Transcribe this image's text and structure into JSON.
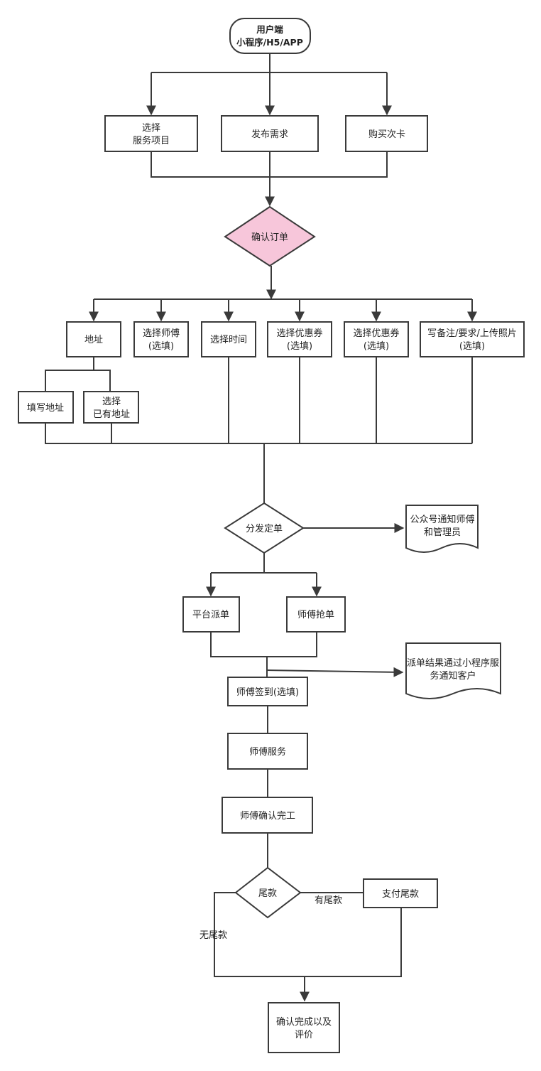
{
  "colors": {
    "line": "#3a3a3a",
    "node_fill": "#ffffff",
    "highlight_fill": "#f7c6da",
    "text": "#222222"
  },
  "nodes": {
    "user_client": {
      "lines": [
        "用户端",
        "小程序/H5/APP"
      ]
    },
    "select_service": {
      "lines": [
        "选择",
        "服务项目"
      ]
    },
    "publish_demand": {
      "lines": [
        "发布需求"
      ]
    },
    "buy_card": {
      "lines": [
        "购买次卡"
      ]
    },
    "confirm_order": {
      "lines": [
        "确认订单"
      ]
    },
    "address": {
      "lines": [
        "地址"
      ]
    },
    "select_master": {
      "lines": [
        "选择师傅",
        "(选填)"
      ]
    },
    "select_time": {
      "lines": [
        "选择时间"
      ]
    },
    "select_coupon_1": {
      "lines": [
        "选择优惠券",
        "(选填)"
      ]
    },
    "select_coupon_2": {
      "lines": [
        "选择优惠券",
        "(选填)"
      ]
    },
    "remark_upload": {
      "lines": [
        "写备注/要求/上传照片",
        "(选填)"
      ]
    },
    "fill_address": {
      "lines": [
        "填写地址"
      ]
    },
    "select_existing_address": {
      "lines": [
        "选择",
        "已有地址"
      ]
    },
    "dispatch_order": {
      "lines": [
        "分发定单"
      ]
    },
    "notify_master_admin": {
      "lines": [
        "公众号通知师傅",
        "和管理员"
      ]
    },
    "platform_dispatch": {
      "lines": [
        "平台派单"
      ]
    },
    "master_grab": {
      "lines": [
        "师傅抢单"
      ]
    },
    "notify_customer": {
      "lines": [
        "派单结果通过小程序服",
        "务通知客户"
      ]
    },
    "master_checkin": {
      "lines": [
        "师傅签到(选填)"
      ]
    },
    "master_service": {
      "lines": [
        "师傅服务"
      ]
    },
    "master_confirm_done": {
      "lines": [
        "师傅确认完工"
      ]
    },
    "balance_payment": {
      "lines": [
        "尾款"
      ]
    },
    "pay_balance": {
      "lines": [
        "支付尾款"
      ]
    },
    "confirm_complete_review": {
      "lines": [
        "确认完成以及",
        "评价"
      ]
    }
  },
  "edge_labels": {
    "has_balance": "有尾款",
    "no_balance": "无尾款"
  }
}
